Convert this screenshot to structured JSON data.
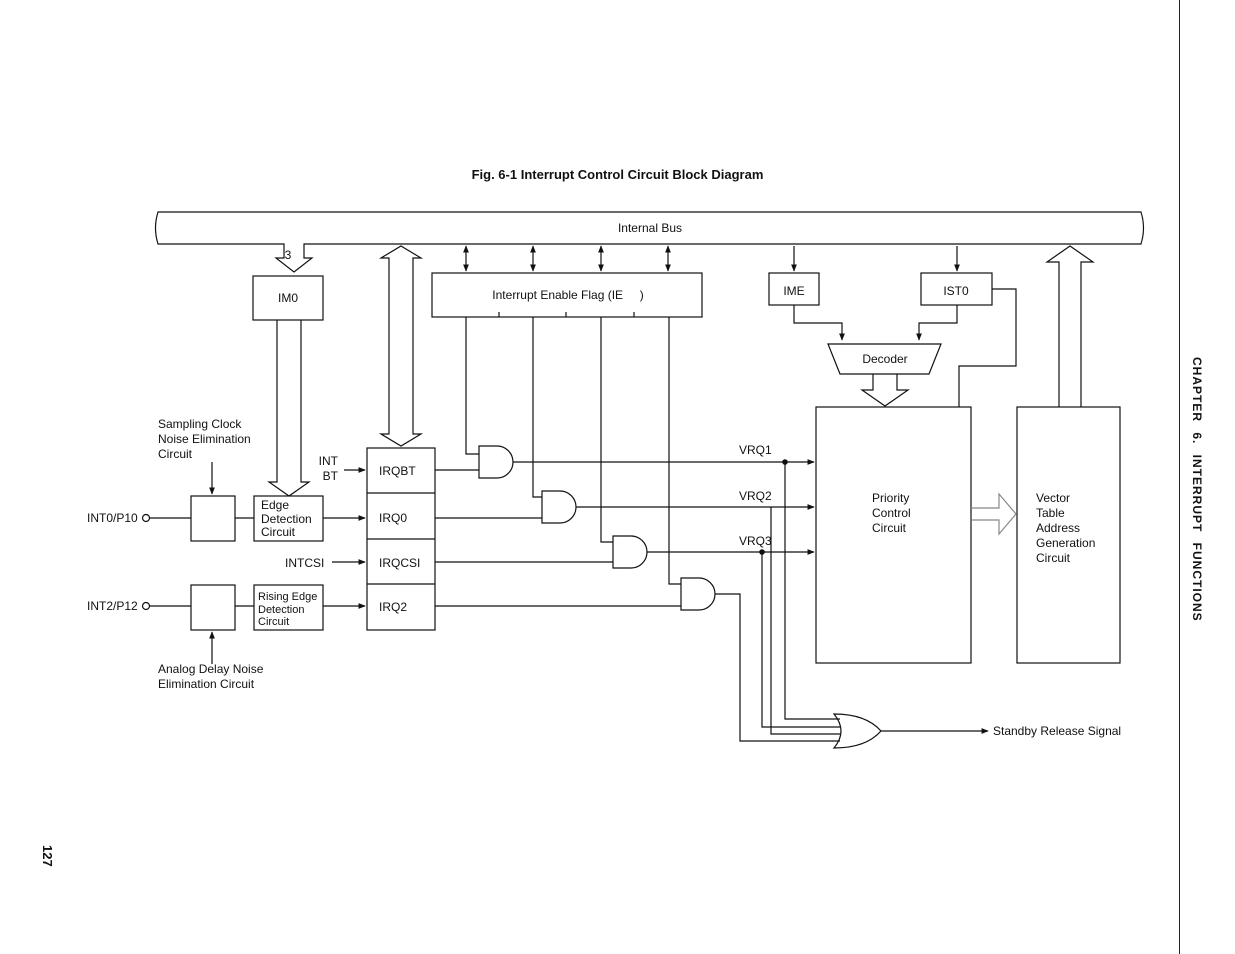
{
  "figure_title": "Fig. 6-1 Interrupt Control Circuit Block Diagram",
  "side_header": "CHAPTER 6. INTERRUPT FUNCTIONS",
  "page_number": "127",
  "bus": {
    "label": "Internal Bus",
    "width_mark": "3"
  },
  "registers": {
    "im0": "IM0",
    "ie": "Interrupt Enable Flag (IE     )",
    "ime": "IME",
    "ist0": "IST0",
    "decoder": "Decoder"
  },
  "irq": [
    "IRQBT",
    "IRQ0",
    "IRQCSI",
    "IRQ2"
  ],
  "inputs": {
    "int0": "INT0/P10",
    "int2": "INT2/P12",
    "intbt_line1": "INT",
    "intbt_line2": "BT",
    "intcsi": "INTCSI"
  },
  "circuits": {
    "sampling": [
      "Sampling Clock",
      "Noise Elimination",
      "Circuit"
    ],
    "analog": [
      "Analog Delay Noise",
      "Elimination Circuit"
    ],
    "edge": [
      "Edge",
      "Detection",
      "Circuit"
    ],
    "rising": [
      "Rising Edge",
      "Detection",
      "Circuit"
    ],
    "priority": [
      "Priority",
      "Control",
      "Circuit"
    ],
    "vector": [
      "Vector",
      "Table",
      "Address",
      "Generation",
      "Circuit"
    ]
  },
  "vrq": [
    "VRQ1",
    "VRQ2",
    "VRQ3"
  ],
  "standby": "Standby Release Signal"
}
